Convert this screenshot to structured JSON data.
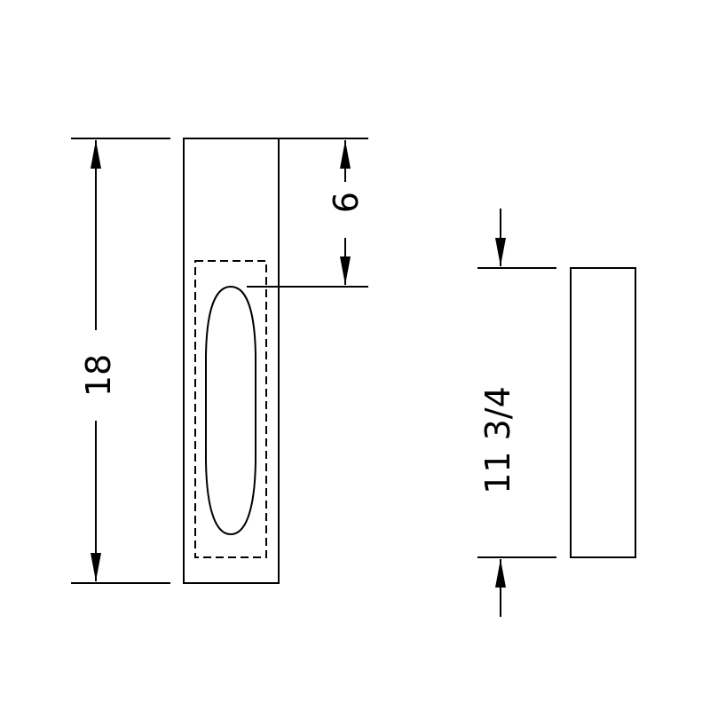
{
  "drawing": {
    "dimensions": {
      "overall_height": "18",
      "offset_height": "6",
      "side_height": "11 3/4"
    },
    "colors": {
      "line": "#000000",
      "background": "#ffffff"
    }
  }
}
